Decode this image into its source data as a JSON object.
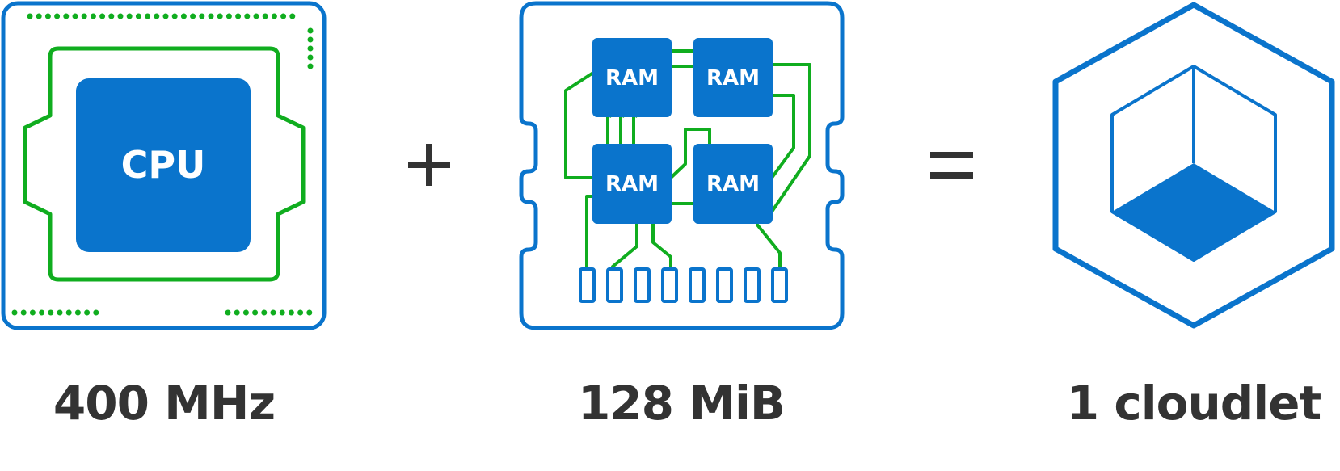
{
  "colors": {
    "blue": "#0a74cc",
    "green": "#10ad1f",
    "dark": "#333333",
    "white": "#ffffff"
  },
  "cpu": {
    "chip_label": "CPU",
    "caption": "400 MHz",
    "icon": "cpu-chip-icon"
  },
  "operator_plus": {
    "symbol": "+",
    "icon": "plus-icon"
  },
  "ram": {
    "module_labels": [
      "RAM",
      "RAM",
      "RAM",
      "RAM"
    ],
    "caption": "128 MiB",
    "icon": "ram-board-icon"
  },
  "operator_equals": {
    "symbol": "=",
    "icon": "equals-icon"
  },
  "cloudlet": {
    "caption": "1 cloudlet",
    "icon": "hexagon-cube-icon"
  }
}
